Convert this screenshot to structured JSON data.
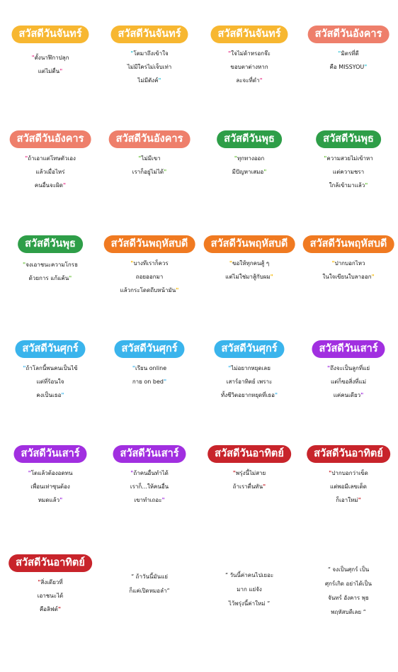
{
  "colors": {
    "yellow": "#f7b731",
    "salmon": "#ee7f6b",
    "green": "#2e9e48",
    "orange": "#f07a21",
    "blue": "#3ab4ec",
    "purple": "#a12fe0",
    "red": "#c8242b",
    "pink": "#e83b8d",
    "aqua": "#35c5d6",
    "gold": "#f5b800",
    "lime": "#6ac33b"
  },
  "stickers": [
    {
      "label": "สวัสดีวันจันทร์",
      "color": "#f7b731",
      "quote_color": "#e83b8d",
      "lines": [
        "ตั้งนาฬิกาปลุก",
        "แต่ไม่ตื่น"
      ]
    },
    {
      "label": "สวัสดีวันจันทร์",
      "color": "#f7b731",
      "quote_color": "#35c5d6",
      "lines": [
        "โตมาถึงเข้าใจ",
        "ไม่มีใครไม่เจ็บเท่า",
        "ไม่มีตังค์"
      ]
    },
    {
      "label": "สวัสดีวันจันทร์",
      "color": "#f7b731",
      "quote_color": "#e83b8d",
      "lines": [
        "ใจไม่ด้าหรอกจ๊ะ",
        "ขอบตาต่างหาก",
        "ละจะที่ดำ"
      ]
    },
    {
      "label": "สวัสดีวันอังคาร",
      "color": "#ee7f6b",
      "quote_color": "#35c5d6",
      "lines": [
        "มิตรที่ดี",
        "คือ MISSYOU"
      ]
    },
    {
      "label": "สวัสดีวันอังคาร",
      "color": "#ee7f6b",
      "quote_color": "#e83b8d",
      "lines": [
        "ถ้าเอาแต่โทษตัวเอง",
        "แล้วเมื่อไหร่",
        "คนอื่นจะผิด"
      ]
    },
    {
      "label": "สวัสดีวันอังคาร",
      "color": "#ee7f6b",
      "quote_color": "#6ac33b",
      "lines": [
        "ไม่มีเขา",
        "เราก็อยู่ไม่ได้"
      ]
    },
    {
      "label": "สวัสดีวันพุธ",
      "color": "#2e9e48",
      "quote_color": "#6ac33b",
      "lines": [
        "ทุกทางออก",
        "มีปัญหาเสมอ"
      ]
    },
    {
      "label": "สวัสดีวันพุธ",
      "color": "#2e9e48",
      "quote_color": "#6ac33b",
      "lines": [
        "ความสวยไม่เข้าหา",
        "แต่ความชรา",
        "ใกล้เข้ามาแล้ว"
      ]
    },
    {
      "label": "สวัสดีวันพุธ",
      "color": "#2e9e48",
      "quote_color": "#6ac33b",
      "lines": [
        "จงเอาชนะความโกรธ",
        "ด้วยการ แก้แค้น"
      ]
    },
    {
      "label": "สวัสดีวันพฤหัสบดี",
      "color": "#f07a21",
      "quote_color": "#f5b800",
      "lines": [
        "บางทีเราก็ควร",
        "ถอยออกมา",
        "แล้วกระโดดถีบหน้ามัน"
      ]
    },
    {
      "label": "สวัสดีวันพฤหัสบดี",
      "color": "#f07a21",
      "quote_color": "#f5b800",
      "lines": [
        "ขอให้ทุกคนสู้ ๆ",
        "แต่ไม่ใช่มาสู้กับผม"
      ]
    },
    {
      "label": "สวัสดีวันพฤหัสบดี",
      "color": "#f07a21",
      "quote_color": "#f5b800",
      "lines": [
        "ปากบอกไหว",
        "ในใจเขียนใบลาออก"
      ]
    },
    {
      "label": "สวัสดีวันศุกร์",
      "color": "#3ab4ec",
      "quote_color": "#3ab4ec",
      "lines": [
        "ถ้าโลกนี้พนคนเป็นไข้",
        "แต่ที่ร้อนใจ",
        "คงเป็นเธอ"
      ]
    },
    {
      "label": "สวัสดีวันศุกร์",
      "color": "#3ab4ec",
      "quote_color": "#3ab4ec",
      "lines": [
        "เรียน online",
        "กาย on bed"
      ]
    },
    {
      "label": "สวัสดีวันศุกร์",
      "color": "#3ab4ec",
      "quote_color": "#3ab4ec",
      "lines": [
        "ไม่อยากหยุดเลย",
        "เสาร์อาทิตย์ เพราะ",
        "ทั้งชีวิตอยากหยุดที่เธอ"
      ]
    },
    {
      "label": "สวัสดีวันเสาร์",
      "color": "#a12fe0",
      "quote_color": "#a12fe0",
      "lines": [
        "ถึงจะเป็นลูกที่แย่",
        "แต่ก็ขอสิ่งที่แม่",
        "แค่คนเดียว"
      ]
    },
    {
      "label": "สวัสดีวันเสาร์",
      "color": "#a12fe0",
      "quote_color": "#a12fe0",
      "lines": [
        "โตแล้วต้องอดทน",
        "เพื่อนเท่าซุนต้อง",
        "หมดแล้ว"
      ]
    },
    {
      "label": "สวัสดีวันเสาร์",
      "color": "#a12fe0",
      "quote_color": "#a12fe0",
      "lines": [
        "ถ้าคนอื่นทำได้",
        "เราก็...ให้คนอื่น",
        "เขาทำเถอะ"
      ]
    },
    {
      "label": "สวัสดีวันอาทิตย์",
      "color": "#c8242b",
      "quote_color": "#c8242b",
      "lines": [
        "พรุ่งนี้ไม่สาย",
        "ถ้าเราตื่นทัน"
      ]
    },
    {
      "label": "สวัสดีวันอาทิตย์",
      "color": "#c8242b",
      "quote_color": "#c8242b",
      "lines": [
        "ปากบอกว่าเข็ด",
        "แต่พอมีเลขเด็ด",
        "ก็เอาใหม่"
      ]
    },
    {
      "label": "สวัสดีวันอาทิตย์",
      "color": "#c8242b",
      "quote_color": "#c8242b",
      "lines": [
        "สิ่งเดียวที่",
        "เอาชนะได้",
        "คือลิฟต์"
      ]
    }
  ],
  "plain_quotes": [
    {
      "lines": [
        "“ ถ้าวันนี้มันแย่",
        "ก็แค่เปิดหมอลำ”"
      ]
    },
    {
      "lines": [
        "“ วันนี้ค่าคนไปเยอะ",
        "มาก แย่จัง",
        "ไว้พรุ่งนี้ค่าใหม่ ”"
      ]
    },
    {
      "lines": [
        "“ จงเป็นศุกร์ เป็น",
        "ศุกร์เกิด อย่าได้เป็น",
        "จันทร์ อังคาร พุธ",
        "พฤหัสบดีเลย ”"
      ]
    }
  ]
}
